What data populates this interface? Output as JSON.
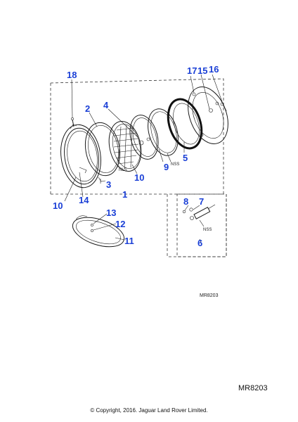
{
  "diagram": {
    "callouts": {
      "c1": "1",
      "c2": "2",
      "c3": "3",
      "c4": "4",
      "c5": "5",
      "c6": "6",
      "c7": "7",
      "c8": "8",
      "c9": "9",
      "c10a": "10",
      "c10b": "10",
      "c11": "11",
      "c12": "12",
      "c13": "13",
      "c14": "14",
      "c15": "15",
      "c16": "16",
      "c17": "17",
      "c18": "18"
    },
    "annotations": {
      "nls": "NLS",
      "nss_main": "NSS",
      "nss_inset": "NSS"
    },
    "drawing_ref": "MR8203"
  },
  "footer": {
    "ref": "MR8203",
    "copyright": "© Copyright, 2016. Jaguar Land Rover Limited."
  }
}
